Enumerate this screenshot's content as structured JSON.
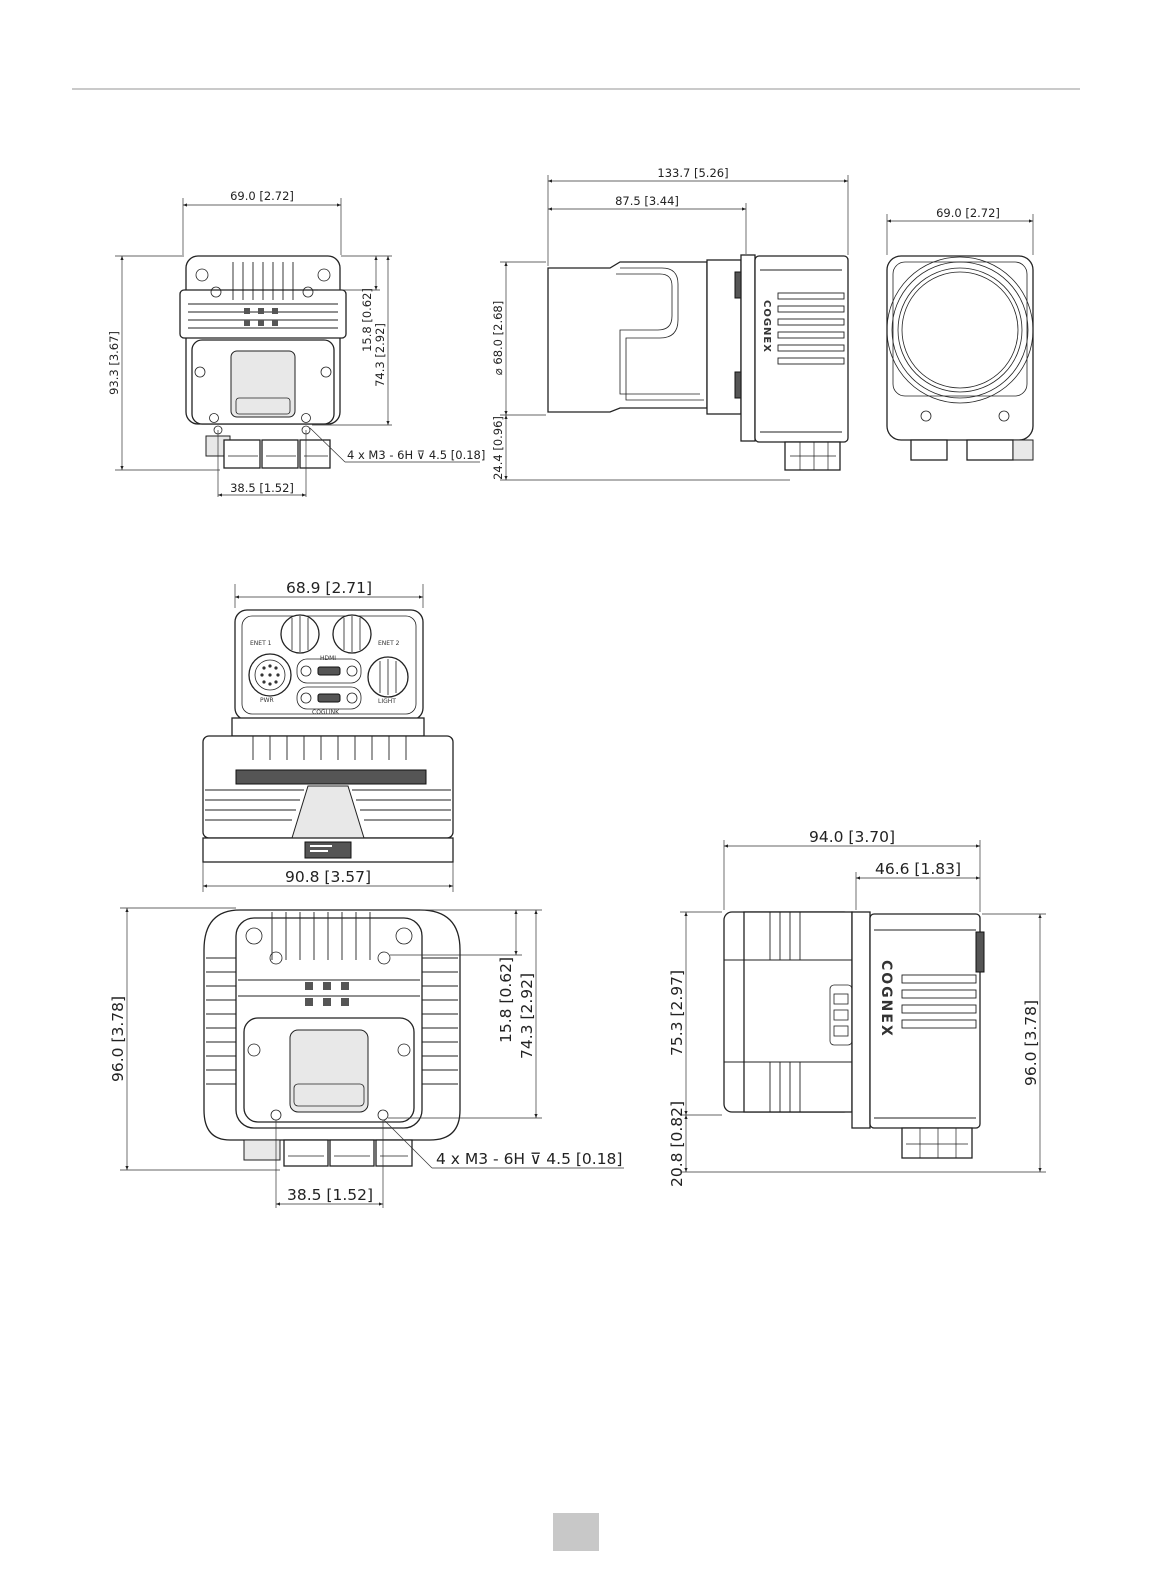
{
  "view_a": {
    "width": "69.0 [2.72]",
    "height": "93.3 [3.67]",
    "top_offset": "15.8 [0.62]",
    "hole_height": "74.3 [2.92]",
    "screw_note": "4 x M3 - 6H ⊽ 4.5 [0.18]",
    "hole_spacing": "38.5 [1.52]"
  },
  "view_b": {
    "total_length": "133.7 [5.26]",
    "lens_length": "87.5 [3.44]",
    "diameter": "⌀ 68.0 [2.68]",
    "base_offset": "24.4 [0.96]",
    "brand": "COGNEX"
  },
  "view_c": {
    "width": "69.0 [2.72]"
  },
  "view_d": {
    "width": "68.9 [2.71]",
    "labels": {
      "enet1": "ENET 1",
      "enet2": "ENET 2",
      "hdmi": "HDMI",
      "pwr": "PWR",
      "light": "LIGHT",
      "coglink": "COGLINK"
    }
  },
  "view_e": {
    "width": "90.8 [3.57]"
  },
  "view_f": {
    "height": "96.0 [3.78]",
    "top_offset": "15.8 [0.62]",
    "hole_height": "74.3 [2.92]",
    "screw_note": "4 x M3 - 6H ⊽ 4.5 [0.18]",
    "hole_spacing": "38.5 [1.52]"
  },
  "view_g": {
    "total_length": "94.0 [3.70]",
    "rear_length": "46.6 [1.83]",
    "height_upper": "75.3 [2.97]",
    "base_offset": "20.8 [0.82]",
    "height": "96.0 [3.78]",
    "brand": "COGNEX"
  },
  "colors": {
    "line": "#222222",
    "page_badge": "#c8c8c8"
  }
}
